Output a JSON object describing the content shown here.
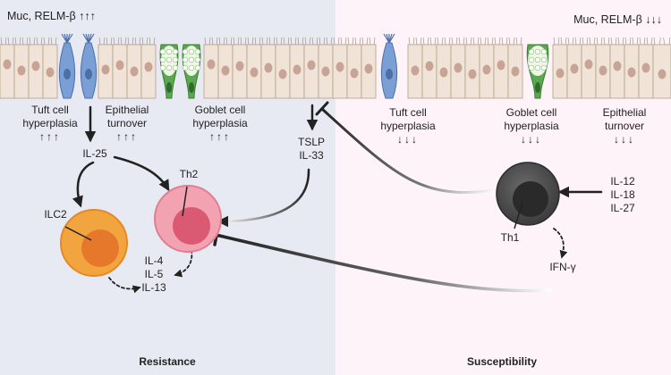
{
  "top_left_marker": "Muc, RELM-β ↑↑↑",
  "top_right_marker": "Muc, RELM-β ↓↓↓",
  "resistance": {
    "tuft": {
      "line1": "Tuft cell",
      "line2": "hyperplasia",
      "arrows": "↑↑↑"
    },
    "epithelial": {
      "line1": "Epithelial",
      "line2": "turnover",
      "arrows": "↑↑↑"
    },
    "goblet": {
      "line1": "Goblet cell",
      "line2": "hyperplasia",
      "arrows": "↑↑↑"
    },
    "il25": "IL-25",
    "ilc2": "ILC2",
    "th2": "Th2",
    "cytokines": [
      "IL-4",
      "IL-5",
      "IL-13"
    ],
    "tslp": "TSLP",
    "il33": "IL-33",
    "title": "Resistance"
  },
  "susceptibility": {
    "tuft": {
      "line1": "Tuft cell",
      "line2": "hyperplasia",
      "arrows": "↓↓↓"
    },
    "goblet": {
      "line1": "Goblet cell",
      "line2": "hyperplasia",
      "arrows": "↓↓↓"
    },
    "epithelial": {
      "line1": "Epithelial",
      "line2": "turnover",
      "arrows": "↓↓↓"
    },
    "inputs": [
      "IL-12",
      "IL-18",
      "IL-27"
    ],
    "th1": "Th1",
    "ifn": "IFN-γ",
    "title": "Susceptibility"
  },
  "colors": {
    "resistance_bg": "#e8eaf3",
    "susceptibility_bg": "#fdf3f8",
    "epithelium": "#efe4d7",
    "nucleus": "#c9a496",
    "tuft": "#7a9fd4",
    "goblet": "#5aa84f",
    "ilc2": "#f0a13c",
    "th2": "#ec8b9c",
    "th1": "#4a4a4a"
  }
}
